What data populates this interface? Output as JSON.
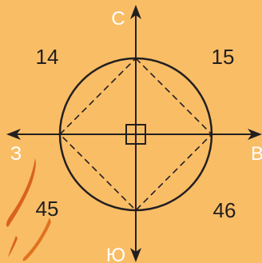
{
  "directions": {
    "north": "С",
    "east": "В",
    "south": "Ю",
    "west": "З"
  },
  "quadrants": {
    "top_left": "14",
    "top_right": "15",
    "bottom_left": "45",
    "bottom_right": "46"
  },
  "colors": {
    "background": "#f9bd66",
    "line": "#231f20",
    "direction_label": "#ffffff",
    "flame_accent": "#d9631c"
  }
}
